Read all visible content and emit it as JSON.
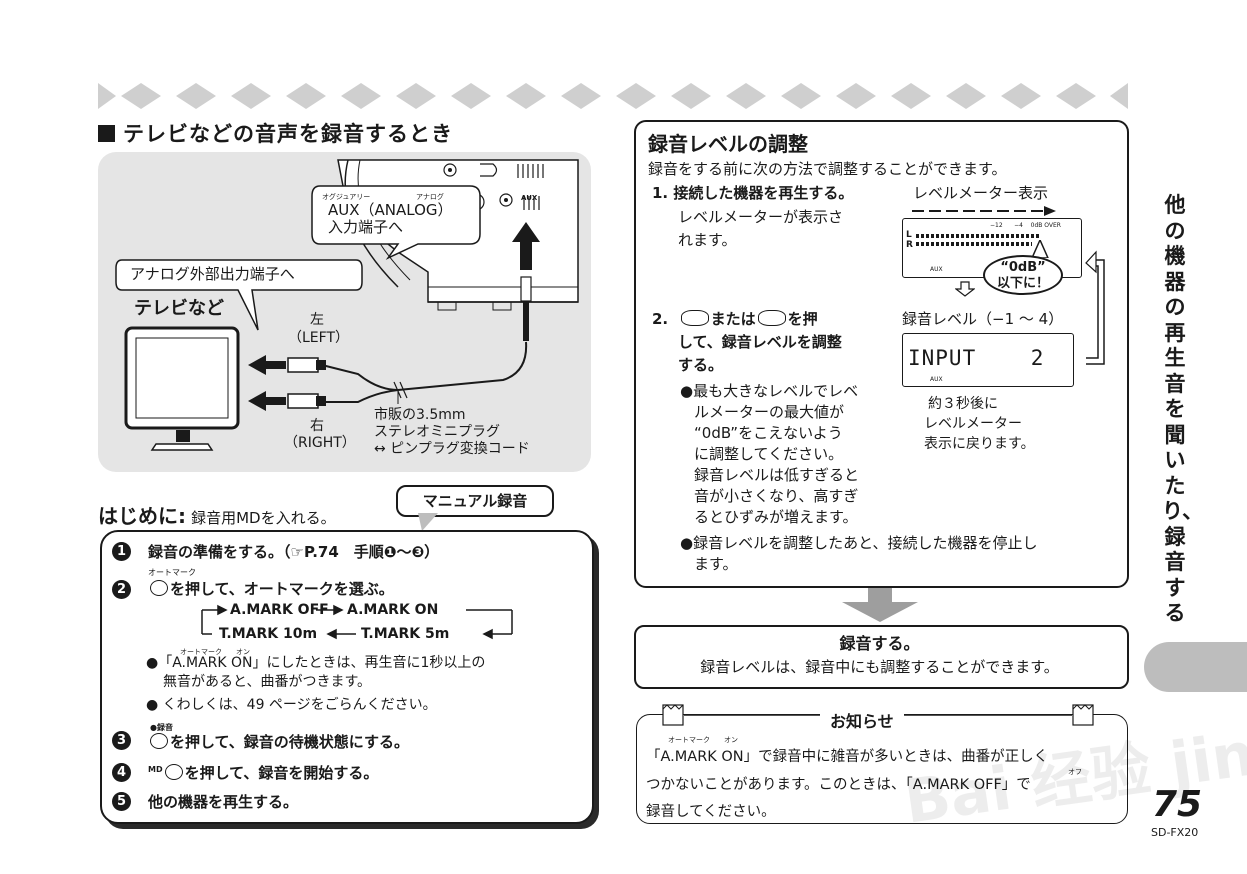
{
  "left": {
    "title": "テレビなどの音声を録音するとき",
    "illustration": {
      "aux_ruby": "オグジュアリー",
      "analog_ruby": "アナログ",
      "aux_label_line1": "AUX（ANALOG）",
      "aux_label_line2": "入力端子へ",
      "analog_out_label": "アナログ外部出力端子へ",
      "tv_label": "テレビなど",
      "left_jp": "左",
      "left_en": "（LEFT）",
      "right_jp": "右",
      "right_en": "（RIGHT）",
      "cable_line1": "市販の3.5mm",
      "cable_line2": "ステレオミニプラグ",
      "cable_line3": "↔ ピンプラグ変換コード",
      "aux_small": "AUX"
    },
    "intro_bold": "はじめに:",
    "intro_text": "録音用MDを入れる。",
    "manual_badge": "マニュアル録音",
    "steps": {
      "s1_num": "1",
      "s1_text": "録音の準備をする。（☞P.74　手順❶～❸）",
      "s2_num": "2",
      "s2_ruby": "オートマーク",
      "s2_text": "を押して、オートマークを選ぶ。",
      "seq_a": "A.MARK OFF",
      "seq_b": "A.MARK ON",
      "seq_c": "T.MARK 10m",
      "seq_d": "T.MARK 5m",
      "b1_ruby": "オートマーク　　オン",
      "b1_line1": "●「A.MARK ON」にしたときは、再生音に1秒以上の",
      "b1_line2": "無音があると、曲番がつきます。",
      "b2": "● くわしくは、49 ページをごらんください。",
      "s3_num": "3",
      "s3_ruby": "●録音",
      "s3_text": "を押して、録音の待機状態にする。",
      "s4_num": "4",
      "s4_prefix": "MD",
      "s4_text": "を押して、録音を開始する。",
      "s5_num": "5",
      "s5_text": "他の機器を再生する。"
    }
  },
  "right": {
    "level_title": "録音レベルの調整",
    "level_intro": "録音をする前に次の方法で調整することができます。",
    "step1_bold": "1.  接続した機器を再生する。",
    "step1_l2": "レベルメーターが表示さ",
    "step1_l3": "れます。",
    "meter_caption": "レベルメーター表示",
    "meter_scale_12": "−12",
    "meter_scale_4": "−4",
    "meter_scale_0": "0dB",
    "meter_scale_over": "OVER",
    "meter_l": "L",
    "meter_r": "R",
    "meter_aux": "AUX",
    "bubble_line1": "“0dB”",
    "bubble_line2": "以下に！",
    "step2_l1a": "2.",
    "step2_l1b": "または",
    "step2_l1c": "を押",
    "step2_l2": "して、録音レベルを調整",
    "step2_l3": "する。",
    "level_caption": "録音レベル（−1 ～ 4）",
    "lcd_text": "INPUT    2",
    "lcd_aux": "AUX",
    "after3_l1": "約３秒後に",
    "after3_l2": "レベルメーター",
    "after3_l3": "表示に戻ります。",
    "b1_l1": "●最も大きなレベルでレベ",
    "b1_l2": "ルメーターの最大値が",
    "b1_l3": "“0dB”をこえないよう",
    "b1_l4": "に調整してください。",
    "b1_l5": "録音レベルは低すぎると",
    "b1_l6": "音が小さくなり、高すぎ",
    "b1_l7": "るとひずみが増えます。",
    "b2_l1": "●録音レベルを調整したあと、接続した機器を停止し",
    "b2_l2": "ます。",
    "rec_title": "録音する。",
    "rec_sub": "録音レベルは、録音中にも調整することができます。",
    "notice_title": "お知らせ",
    "notice_ruby1": "オートマーク　　オン",
    "notice_l1": "「A.MARK ON」で録音中に雑音が多いときは、曲番が正しく",
    "notice_l2": "つかないことがあります。このときは、「A.MARK OFF」で",
    "notice_ruby2": "オフ",
    "notice_l3": "録音してください。"
  },
  "side_tab": {
    "title": "他の機器の再生音を聞いたり、録音する"
  },
  "footer": {
    "page_number": "75",
    "model": "SD-FX20",
    "watermark": "Bai 经验 jingyan.baidu.com"
  },
  "colors": {
    "ink": "#1a1a1a",
    "panel_gray": "#e5e5e5",
    "tab_gray": "#bdbdbd",
    "diamond_gray": "#cfcfcf"
  }
}
